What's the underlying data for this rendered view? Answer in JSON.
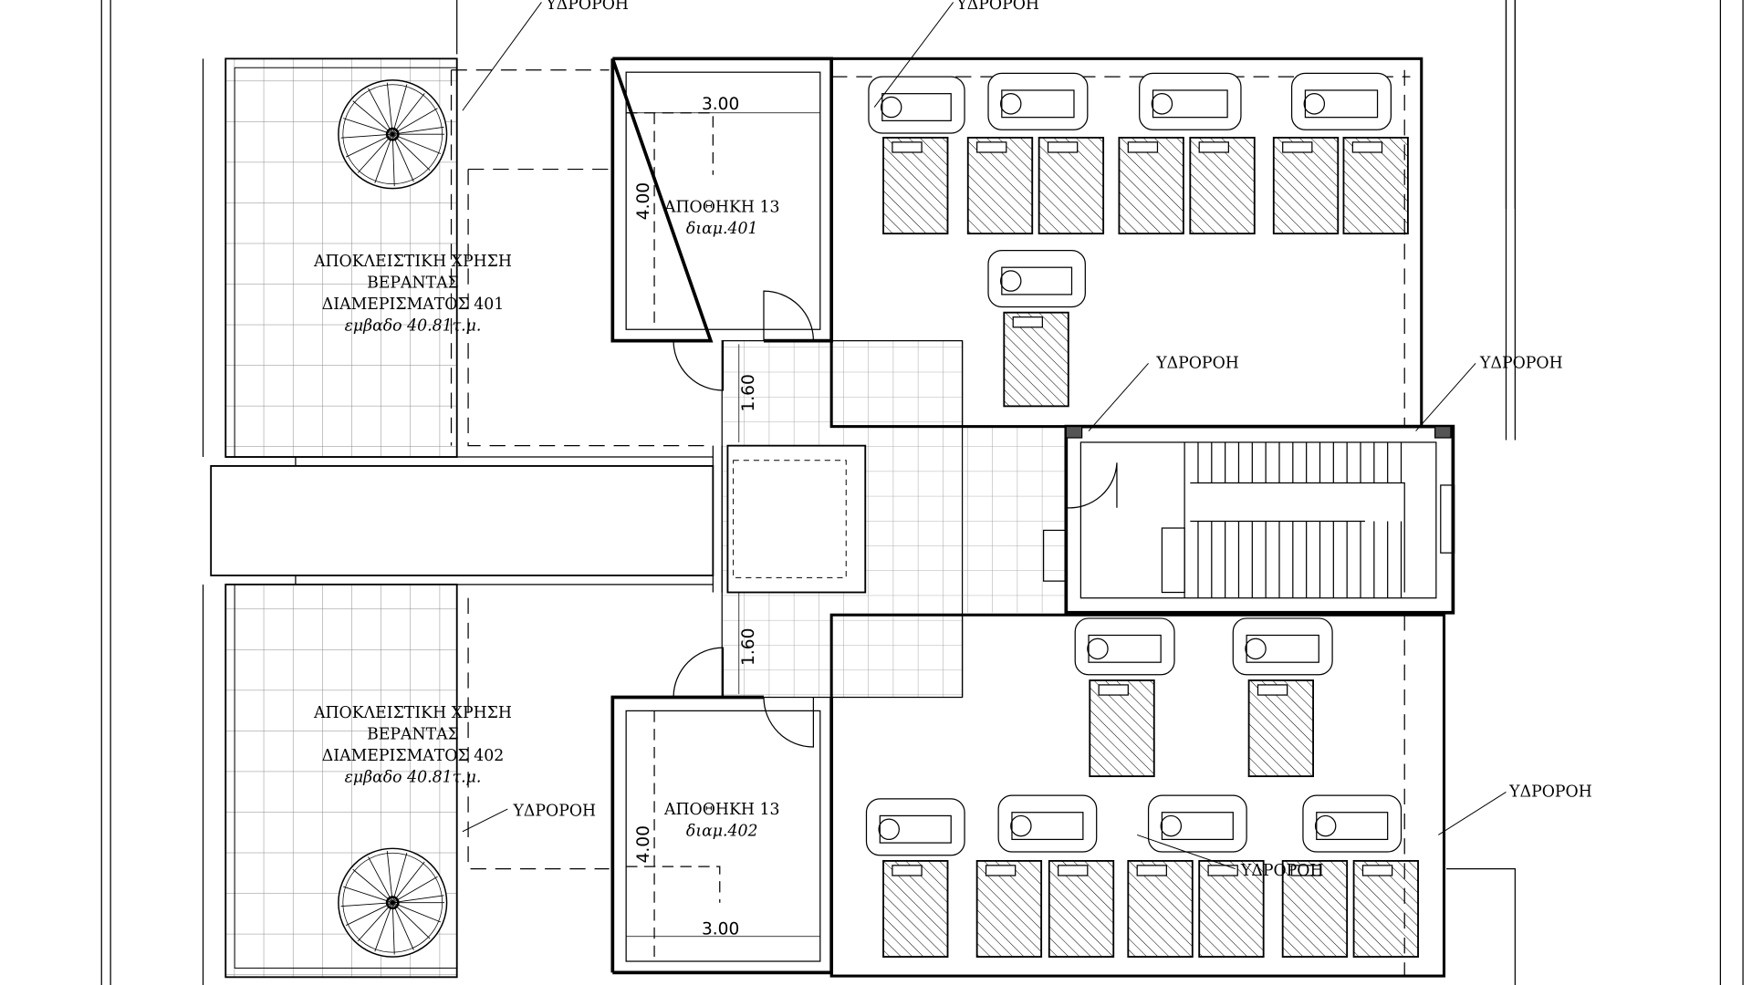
{
  "drawing": {
    "veranda_401": {
      "line1": "ΑΠΟΚΛΕΙΣΤΙΚΗ ΧΡΗΣΗ",
      "line2": "ΒΕΡΑΝΤΑΣ",
      "line3": "ΔΙΑΜΕΡΙΣΜΑΤΟΣ 401",
      "area": "εμβαδο 40.81τ.μ."
    },
    "veranda_402": {
      "line1": "ΑΠΟΚΛΕΙΣΤΙΚΗ ΧΡΗΣΗ",
      "line2": "ΒΕΡΑΝΤΑΣ",
      "line3": "ΔΙΑΜΕΡΙΣΜΑΤΟΣ 402",
      "area": "εμβαδο 40.81τ.μ."
    },
    "storage_401": {
      "name": "ΑΠΟΘΗΚΗ 13",
      "unit": "διαμ.401",
      "width": "3.00",
      "depth": "4.00"
    },
    "storage_402": {
      "name": "ΑΠΟΘΗΚΗ 13",
      "unit": "διαμ.402",
      "width": "3.00",
      "depth": "4.00"
    },
    "door_dim_top": "1.60",
    "door_dim_bottom": "1.60",
    "drain_label": "ΥΔΡΟΡΟΗ"
  }
}
